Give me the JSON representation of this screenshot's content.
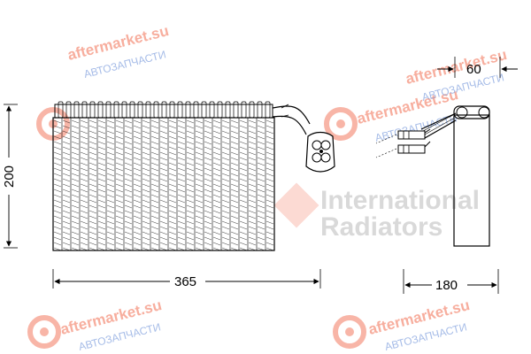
{
  "dimensions": {
    "height_front": "200",
    "width_front": "365",
    "depth_side": "180",
    "pipe_side": "60"
  },
  "watermarks": {
    "site": "aftermarket.su",
    "site_ru": "АВТОЗАПЧАСТИ",
    "brand_line1": "International",
    "brand_line2": "Radiators"
  },
  "colors": {
    "line": "#000000",
    "watermark_orange": "#f26c4f",
    "watermark_blue": "#6a8fd8",
    "watermark_grey": "#c9c9c9"
  }
}
